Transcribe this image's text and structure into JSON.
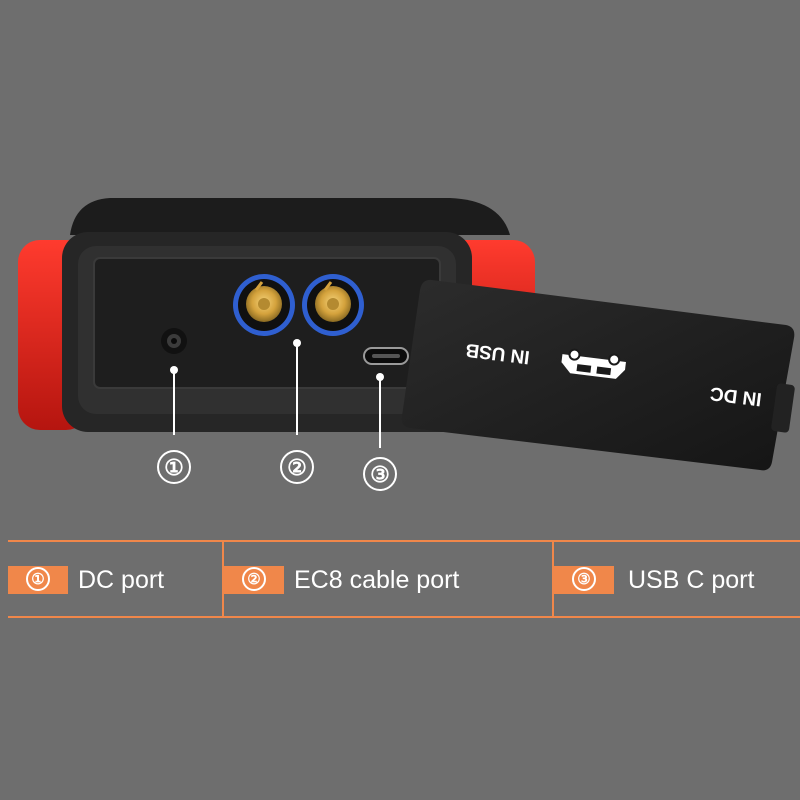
{
  "callouts": [
    {
      "number": "①"
    },
    {
      "number": "②"
    },
    {
      "number": "③"
    }
  ],
  "cover_labels": {
    "usb": "IN USB",
    "dc": "IN DC"
  },
  "legend": [
    {
      "number": "①",
      "label": "DC port"
    },
    {
      "number": "②",
      "label": "EC8 cable port"
    },
    {
      "number": "③",
      "label": "USB C port"
    }
  ],
  "colors": {
    "background": "#6e6e6e",
    "accent": "#f0874a",
    "device_red": "#e3221b",
    "gold": "#d4a23c",
    "port_blue": "#2f5fd0"
  },
  "icons": [
    "car-icon"
  ]
}
